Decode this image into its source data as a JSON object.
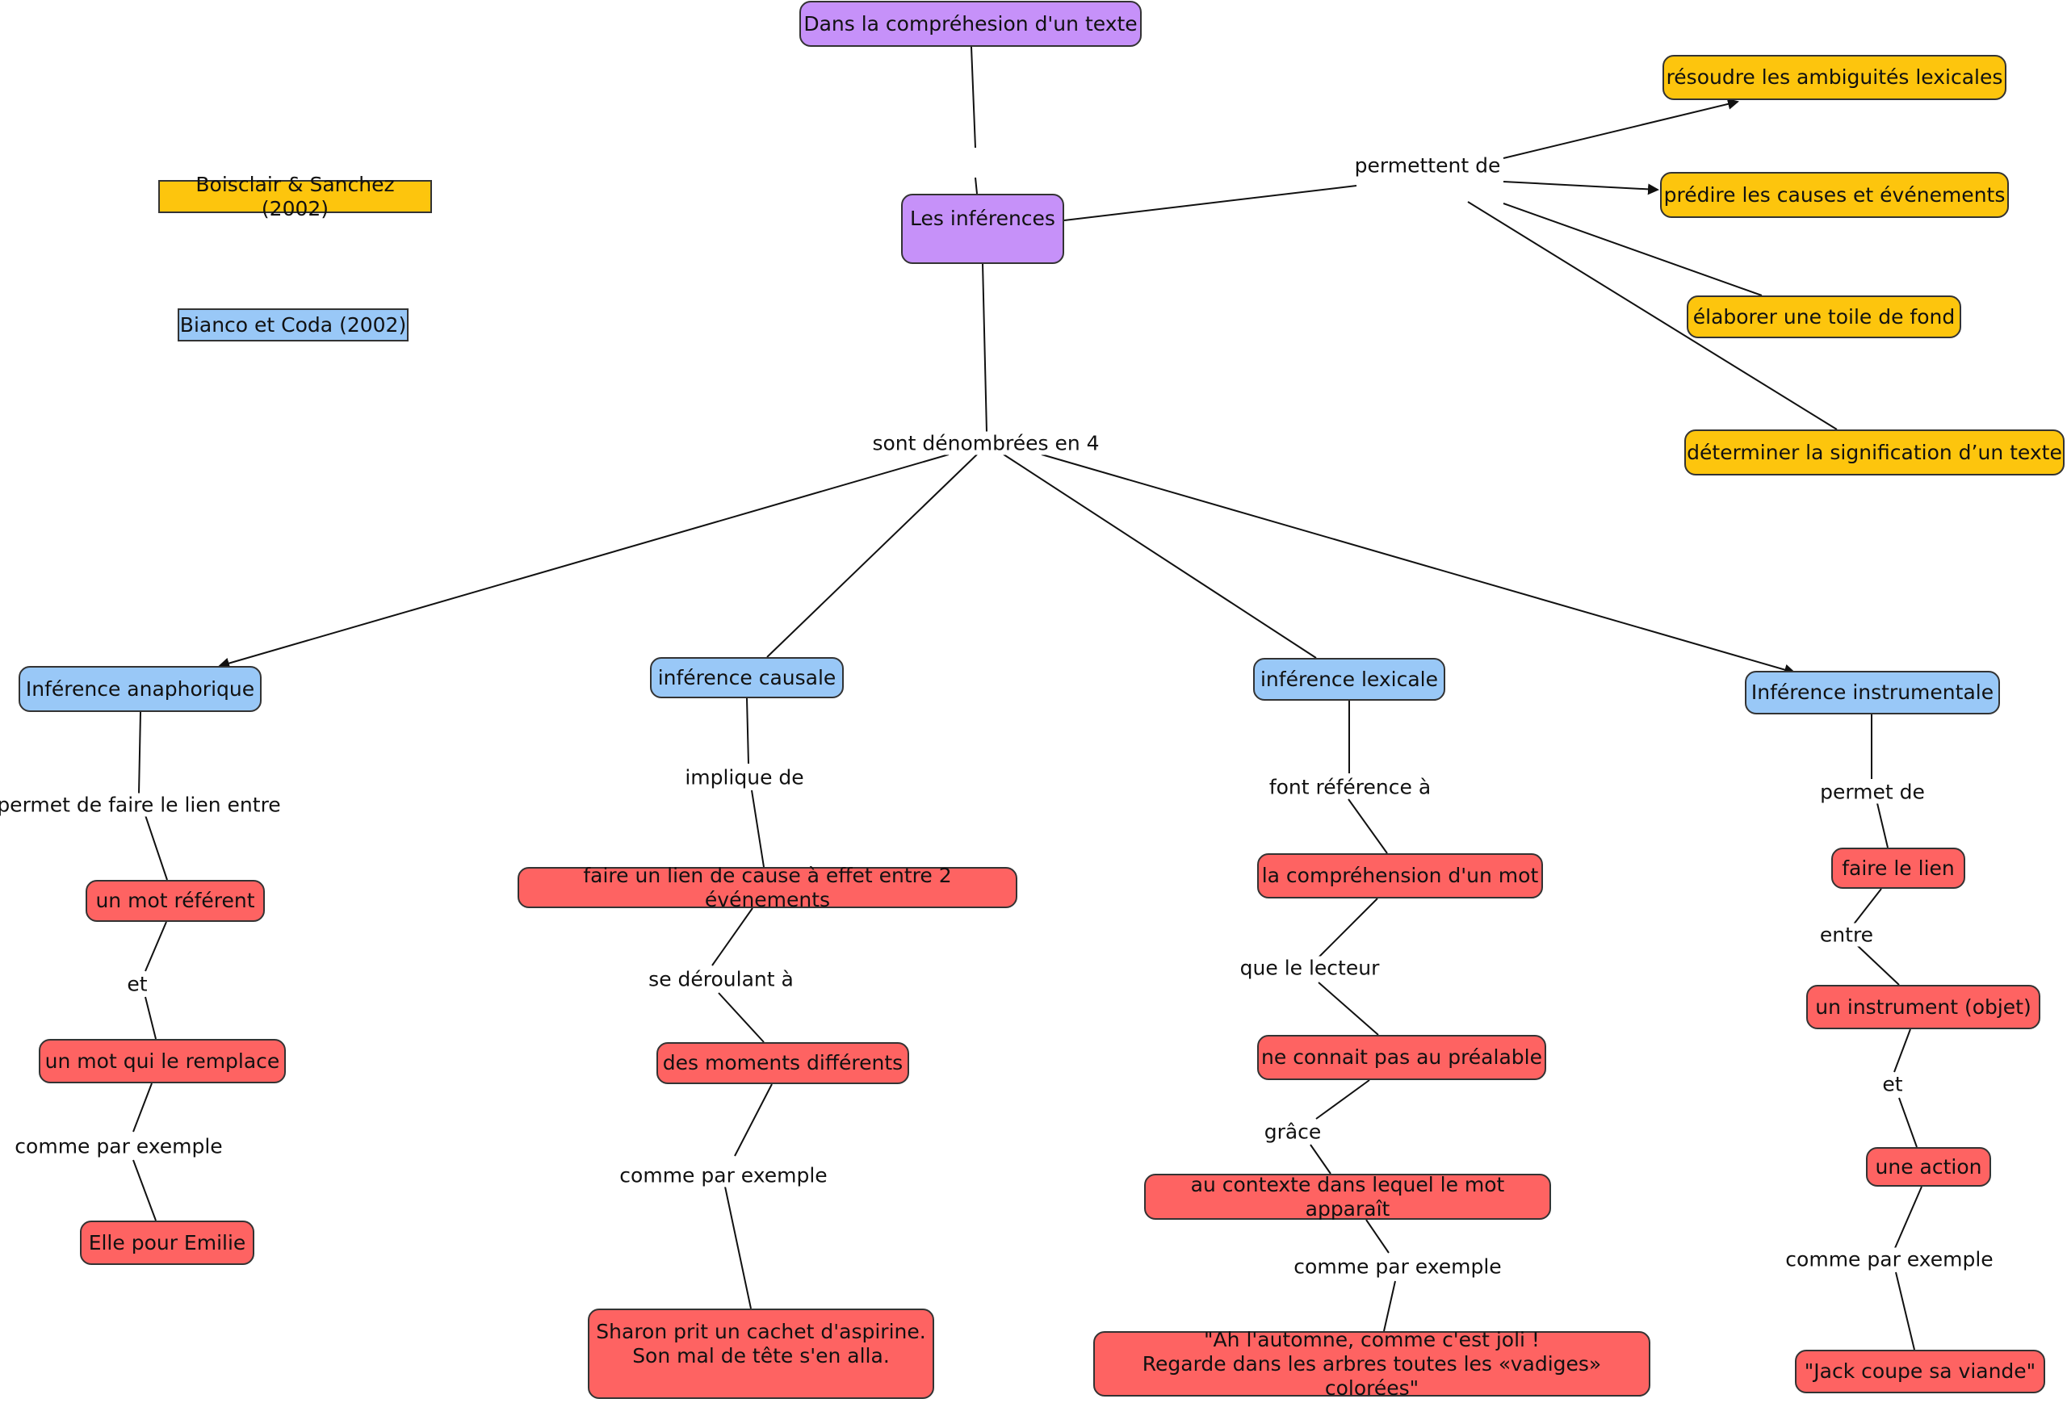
{
  "colors": {
    "main": "#c691f9",
    "type": "#99c8f7",
    "goal": "#fdc50d",
    "detail": "#fe6362",
    "line": "#111111"
  },
  "references": {
    "boisclair": "Boisclair & Sanchez (2002)",
    "bianco": "Bianco et Coda (2002)"
  },
  "nodes": {
    "comprehension": "Dans la compréhesion d'un texte",
    "inferences": "Les inférences",
    "goal_ambiguites": "résoudre les ambiguités lexicales",
    "goal_predire": "prédire les causes et événements",
    "goal_toile": "élaborer une toile de fond",
    "goal_signification": "déterminer la signification d’un texte",
    "anaphorique": "Inférence anaphorique",
    "causale": "inférence causale",
    "lexicale": "inférence lexicale",
    "instrumentale": "Inférence instrumentale",
    "mot_referent": "un mot référent",
    "mot_remplace": "un mot qui le remplace",
    "elle_emilie": "Elle pour Emilie",
    "lien_cause": "faire un lien de cause à effet entre 2 événements",
    "moments": "des moments différents",
    "sharon": "Sharon prit un cachet d'aspirine.\nSon mal de tête s'en alla.",
    "comprehension_mot": "la compréhension d'un mot",
    "ne_connait": "ne connait pas au préalable",
    "contexte": "au contexte dans lequel le mot apparaît",
    "automne": "\"Ah l'automne, comme c'est joli !\nRegarde dans les arbres toutes les «vadiges» colorées\"",
    "faire_lien": "faire le lien",
    "instrument": "un instrument (objet)",
    "action": "une action",
    "jack": "\"Jack coupe sa viande\""
  },
  "labels": {
    "permettent_de": "permettent de",
    "sont_denombrees": "sont dénombrées en 4",
    "permet_faire_lien": "permet de faire le lien entre",
    "et_1": "et",
    "comme_1": "comme par exemple",
    "implique_de": "implique de",
    "se_deroulant": "se déroulant à",
    "comme_2": "comme par exemple",
    "font_reference": "font référence à",
    "que_lecteur": "que le lecteur",
    "grace": "grâce",
    "comme_3": "comme par exemple",
    "permet_de": "permet de",
    "entre": "entre",
    "et_2": "et",
    "comme_4": "comme par exemple"
  }
}
